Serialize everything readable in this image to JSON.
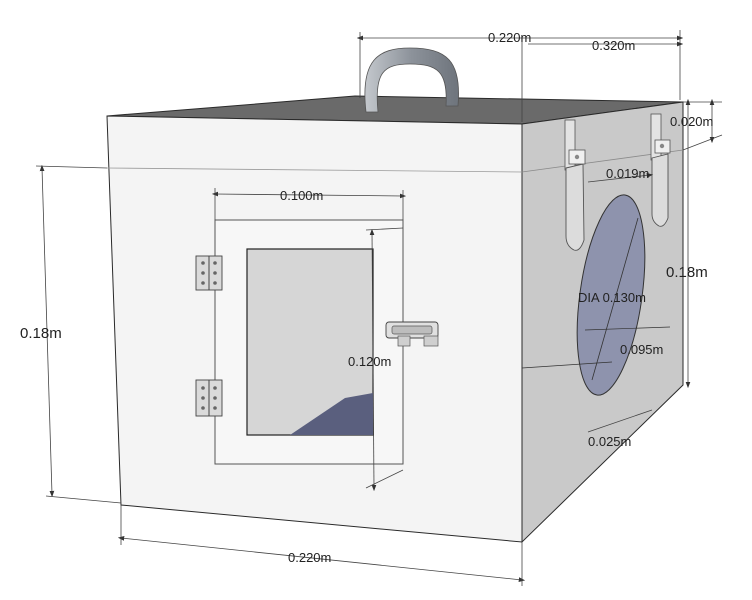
{
  "labels": {
    "top_depth": "0.220m",
    "top_offset": "0.320m",
    "lid_thickness": "0.020m",
    "latch_offset": "0.019m",
    "side_height": "0.18m",
    "hole_diameter": "DIA 0.130m",
    "hole_center": "0.095m",
    "hole_bottom": "0.025m",
    "front_height": "0.18m",
    "door_width": "0.100m",
    "door_height": "0.120m",
    "bottom_width": "0.220m"
  },
  "colors": {
    "front_face": "#f4f4f4",
    "top_face": "#6a6a6a",
    "side_face": "#c9c9c9",
    "window": "#d6d6d6",
    "hole": "#8e93ad",
    "handle": "#9aa0a8",
    "hardware": "#d9d9d9"
  },
  "icons": {
    "handle": "handle-icon",
    "hinge": "hinge-icon",
    "latch": "latch-icon",
    "bolt": "bolt-icon"
  }
}
